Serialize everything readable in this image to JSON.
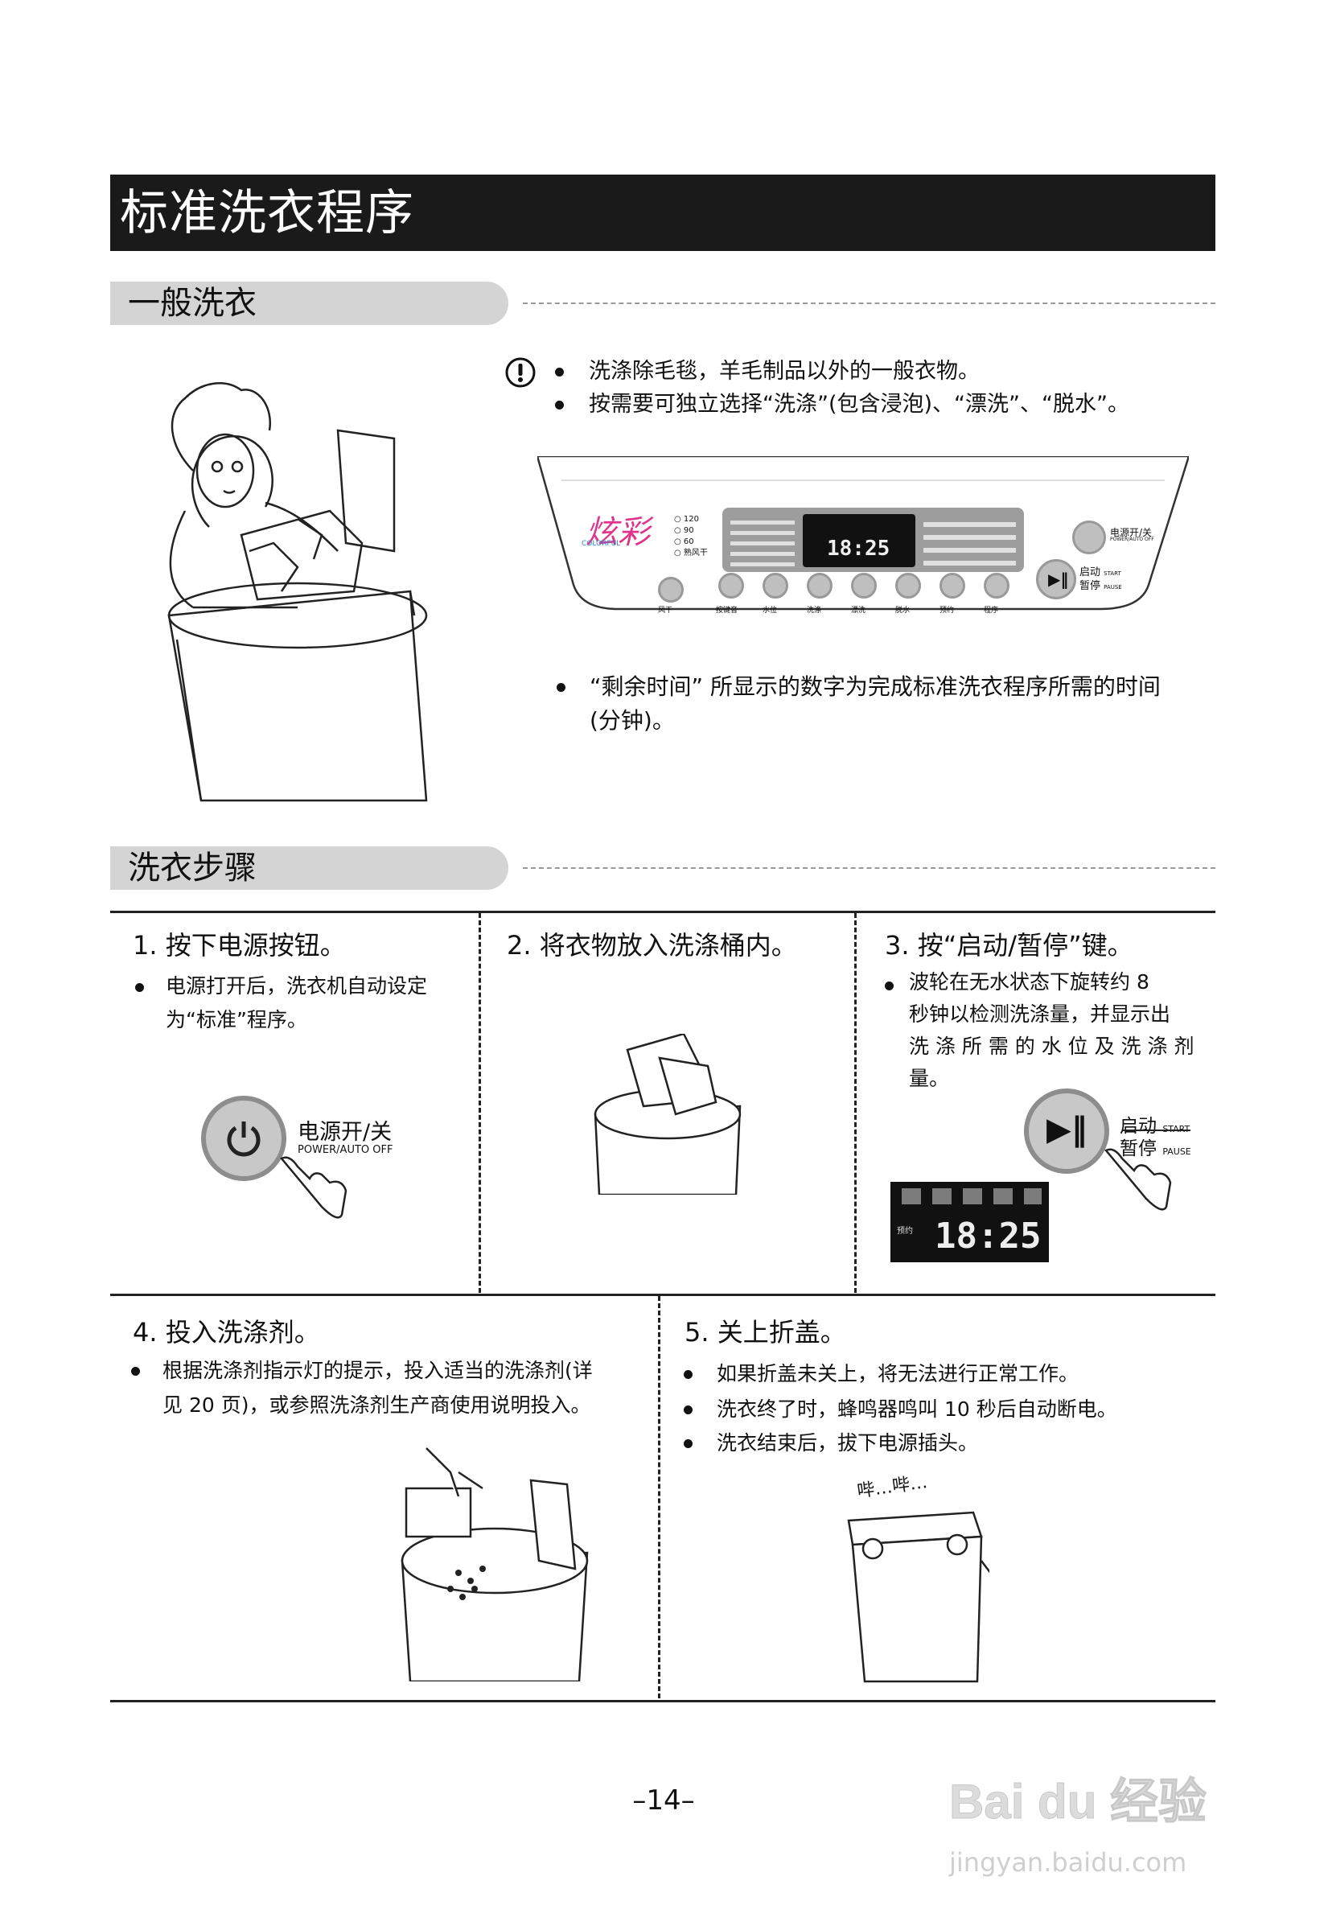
{
  "header": {
    "title": "标准洗衣程序"
  },
  "section_general": {
    "title": "一般洗衣",
    "bullets": [
      "洗涤除毛毯，羊毛制品以外的一般衣物。",
      "按需要可独立选择“洗涤”(包含浸泡)、“漂洗”、“脱水”。"
    ],
    "panel": {
      "brand": "炫彩",
      "brand_sub": "COLORFUL",
      "radio": [
        "120",
        "90",
        "60",
        "熟风干"
      ],
      "display_time": "18:25",
      "buttons": [
        "风干",
        "按键音",
        "水位",
        "洗涤",
        "漂洗",
        "脱水",
        "预约",
        "程序"
      ],
      "power_label": "电源开/关",
      "power_sub": "POWER/AUTO OFF",
      "start_label": "启动",
      "start_en": "START",
      "pause_label": "暂停",
      "pause_en": "PAUSE"
    },
    "remaining_note_line1": "“剩余时间” 所显示的数字为完成标准洗衣程序所需的时间",
    "remaining_note_line2": "(分钟)。"
  },
  "section_steps": {
    "title": "洗衣步骤",
    "step1": {
      "title": "1. 按下电源按钮。",
      "line1": "电源打开后，洗衣机自动设定",
      "line2": "为“标准”程序。",
      "btn_label": "电源开/关",
      "btn_sub": "POWER/AUTO OFF"
    },
    "step2": {
      "title": "2. 将衣物放入洗涤桶内。"
    },
    "step3": {
      "title": "3. 按“启动/暂停”键。",
      "line1": "波轮在无水状态下旋转约 8",
      "line2": "秒钟以检测洗涤量，并显示出",
      "line3": "洗 涤 所 需 的 水 位 及 洗 涤 剂",
      "line4": "量。",
      "start_label": "启动",
      "start_en": "START",
      "pause_label": "暂停",
      "pause_en": "PAUSE",
      "display_time": "18:25",
      "reserve": "预约"
    },
    "step4": {
      "title": "4. 投入洗涤剂。",
      "line1": "根据洗涤剂指示灯的提示，投入适当的洗涤剂(详",
      "line2": "见 20 页)，或参照洗涤剂生产商使用说明投入。"
    },
    "step5": {
      "title": "5. 关上折盖。",
      "bullets": [
        "如果折盖未关上，将无法进行正常工作。",
        "洗衣终了时，蜂鸣器鸣叫 10 秒后自动断电。",
        "洗衣结束后，拔下电源插头。"
      ],
      "beep": "哔…哔…"
    }
  },
  "footer": {
    "page": "–14–",
    "watermark": "Bai du 经验",
    "watermark_url": "jingyan.baidu.com"
  }
}
